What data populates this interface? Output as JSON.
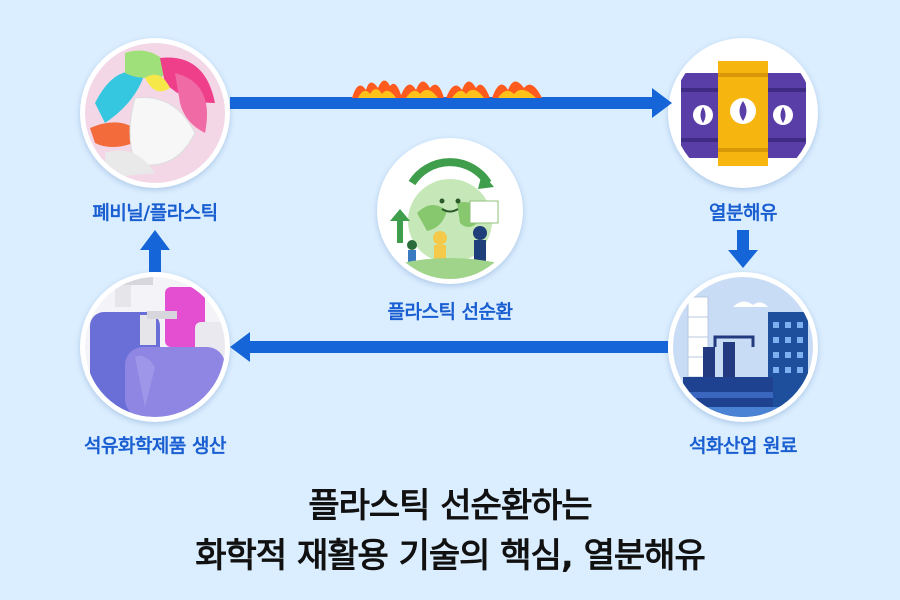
{
  "nodes": {
    "waste": {
      "label": "폐비닐/플라스틱"
    },
    "pyrolysis": {
      "label": "열분해유"
    },
    "raw": {
      "label": "석화산업 원료"
    },
    "products": {
      "label": "석유화학제품 생산"
    },
    "center": {
      "label": "플라스틱 선순환"
    }
  },
  "title": {
    "line1": "플라스틱 선순환하는",
    "line2": "화학적 재활용 기술의 핵심, 열분해유"
  },
  "colors": {
    "background": "#dbeeff",
    "arrow": "#1565d8",
    "label": "#1a5fd1",
    "title": "#111111"
  },
  "icons": [
    "plastic-waste-image",
    "flame-icon",
    "oil-barrel-icon",
    "factory-icon",
    "detergent-bottle-image",
    "recycling-earth-illustration"
  ]
}
